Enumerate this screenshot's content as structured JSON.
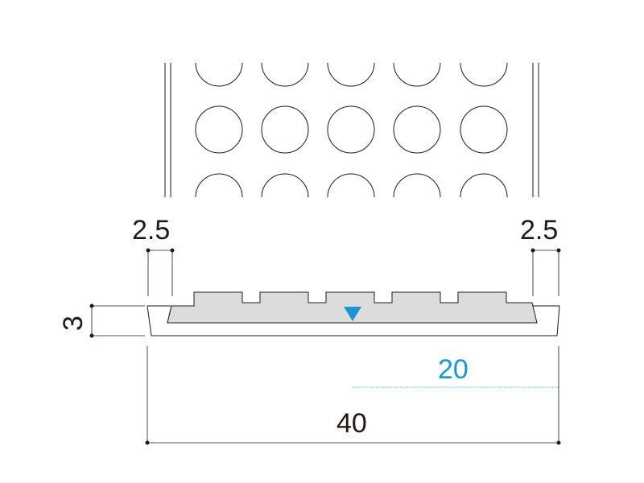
{
  "dimensions": {
    "left_margin": "2.5",
    "right_margin": "2.5",
    "height": "3",
    "half_width": "20",
    "total_width": "40"
  },
  "colors": {
    "line": "#231815",
    "accent_blue": "#1a96d5",
    "profile_fill": "#dcdcdc",
    "dot": "#231815"
  },
  "icons": {
    "center_marker": "center-marker-icon"
  }
}
